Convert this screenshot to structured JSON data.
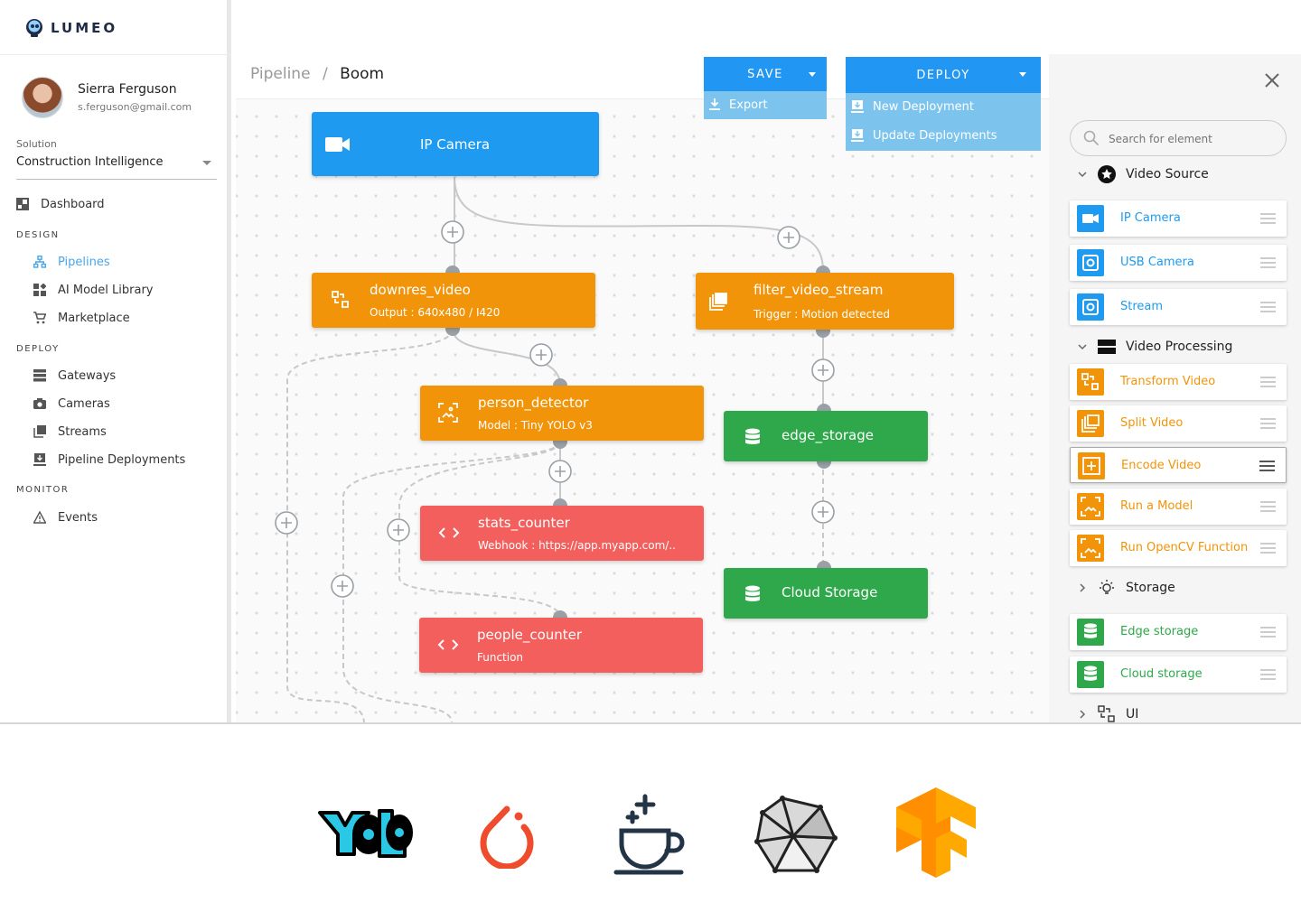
{
  "brand": {
    "name": "LUMEO",
    "accent": "#1e9bf0"
  },
  "user": {
    "name": "Sierra Ferguson",
    "email": "s.ferguson@gmail.com"
  },
  "solution": {
    "label": "Solution",
    "value": "Construction Intelligence"
  },
  "nav": {
    "dashboard": "Dashboard",
    "design_label": "DESIGN",
    "design": [
      "Pipelines",
      "AI Model Library",
      "Marketplace"
    ],
    "deploy_label": "DEPLOY",
    "deploy": [
      "Gateways",
      "Cameras",
      "Streams",
      "Pipeline Deployments"
    ],
    "monitor_label": "MONITOR",
    "monitor": [
      "Events"
    ],
    "active": "Pipelines"
  },
  "breadcrumb": {
    "root": "Pipeline",
    "separator": "/",
    "current": "Boom"
  },
  "toolbar": {
    "save_label": "SAVE",
    "save_menu": [
      "Export"
    ],
    "deploy_label": "DEPLOY",
    "deploy_menu": [
      "New Deployment",
      "Update Deployments"
    ]
  },
  "nodes": {
    "ip_camera": {
      "title": "IP Camera",
      "color": "#1e9bf0"
    },
    "downres_video": {
      "title": "downres_video",
      "sub": "Output : 640x480 / I420",
      "color": "#f2940a"
    },
    "filter_video_stream": {
      "title": "filter_video_stream",
      "sub": "Trigger : Motion detected",
      "color": "#f2940a"
    },
    "person_detector": {
      "title": "person_detector",
      "sub": "Model : Tiny YOLO v3",
      "color": "#f2940a"
    },
    "edge_storage": {
      "title": "edge_storage",
      "color": "#2ea84a"
    },
    "stats_counter": {
      "title": "stats_counter",
      "sub": "Webhook : https://app.myapp.com/..",
      "color": "#f25f5c"
    },
    "cloud_storage": {
      "title": "Cloud Storage",
      "color": "#2ea84a"
    },
    "people_counter": {
      "title": "people_counter",
      "sub": "Function",
      "color": "#f25f5c"
    }
  },
  "panel": {
    "search_placeholder": "Search for element",
    "categories": {
      "video_source": {
        "label": "Video Source",
        "items": [
          "IP Camera",
          "USB Camera",
          "Stream"
        ]
      },
      "video_processing": {
        "label": "Video Processing",
        "items": [
          "Transform Video",
          "Split Video",
          "Encode Video",
          "Run a Model",
          "Run OpenCV Function"
        ]
      },
      "storage": {
        "label": "Storage",
        "items": [
          "Edge storage",
          "Cloud storage"
        ]
      },
      "ui": {
        "label": "UI"
      }
    }
  },
  "footer_logos": [
    "yolo-logo",
    "pytorch-logo",
    "coffee-plus-logo",
    "polyhedron-logo",
    "tensorflow-logo"
  ]
}
